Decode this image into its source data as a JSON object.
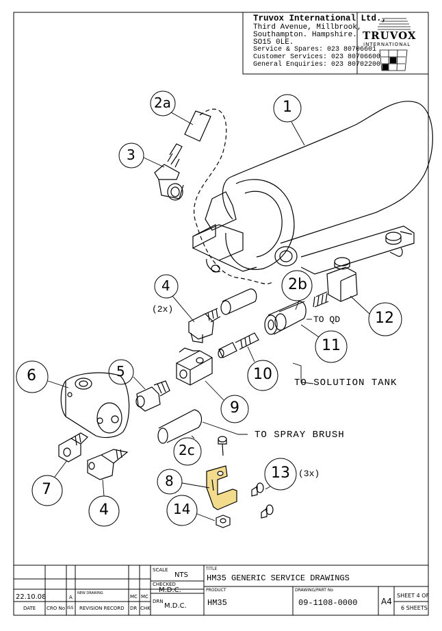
{
  "company": {
    "name": "Truvox International Ltd.,",
    "address": [
      "Third Avenue, Millbrook,",
      "Southampton. Hampshire.",
      "SO15 0LE."
    ],
    "contacts": [
      "Service & Spares: 023 80706601",
      "Customer Services: 023 80706600",
      "General Enquiries: 023 80702200"
    ],
    "logo_text": "TRUVOX",
    "logo_sub": "INTERNATIONAL"
  },
  "callouts": {
    "c1": "1",
    "c2a": "2a",
    "c2b": "2b",
    "c2c": "2c",
    "c3": "3",
    "c4a": "4",
    "c4a_qty": "(2x)",
    "c4b": "4",
    "c5": "5",
    "c6": "6",
    "c7": "7",
    "c8": "8",
    "c9": "9",
    "c10": "10",
    "c11": "11",
    "c12": "12",
    "c13": "13",
    "c13_qty": "(3x)",
    "c14": "14"
  },
  "notes": {
    "to_qd": "TO QD",
    "to_solution_tank": "TO SOLUTION TANK",
    "to_spray_brush": "TO SPRAY BRUSH"
  },
  "title_block": {
    "scale_label": "SCALE",
    "scale_value": "NTS",
    "checked_label": "CHECKED",
    "checked_value": "M.D.C.",
    "drn_label": "DRN",
    "drn_value": "M.D.C.",
    "title_label": "TITLE",
    "title_value": "HM35 GENERIC SERVICE DRAWINGS",
    "product_label": "PRODUCT",
    "product_value": "HM35",
    "part_label": "DRAWING/PART No",
    "part_value": "09-1108-0000",
    "size": "A4",
    "sheet_label": "SHEET",
    "sheet_num": "4",
    "sheet_of": "OF",
    "sheets_total": "6",
    "sheets_label": "SHEETS"
  },
  "revision": {
    "date_value": "22.10.08",
    "iss_value": "A",
    "record_value": "NEW DRAWING",
    "dr_value": "MC",
    "chk_value": "MC",
    "headers": {
      "date": "DATE",
      "cro_no": "CRO No",
      "iss": "ISS",
      "record": "REVISION RECORD",
      "dr": "DR",
      "chk": "CHK"
    }
  },
  "colors": {
    "bracket_fill": "#F2DC8C",
    "line": "#000000"
  }
}
